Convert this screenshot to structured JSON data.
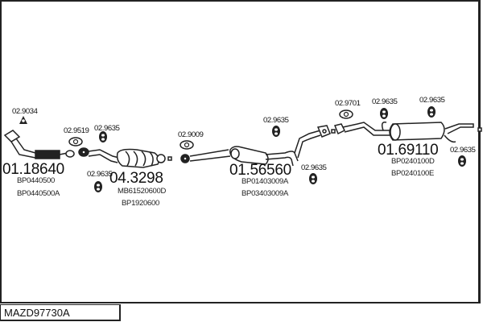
{
  "diagram": {
    "model_code": "MAZD97730A",
    "main_parts": [
      {
        "part_number": "01.18640",
        "oem": [
          "BP0440500",
          "BP0440500A"
        ]
      },
      {
        "part_number": "04.3298",
        "oem": [
          "MB61520600D",
          "BP1920600"
        ]
      },
      {
        "part_number": "01.56560",
        "oem": [
          "BP01403009A",
          "BP03403009A"
        ]
      },
      {
        "part_number": "01.69110",
        "oem": [
          "BP0240100D",
          "BP0240100E"
        ]
      }
    ],
    "accessories": [
      {
        "ref": "02.9034",
        "type": "gasket"
      },
      {
        "ref": "02.9519",
        "type": "gasket"
      },
      {
        "ref": "02.9635",
        "type": "rubber-hanger"
      },
      {
        "ref": "02.9635",
        "type": "rubber-hanger"
      },
      {
        "ref": "02.9009",
        "type": "gasket"
      },
      {
        "ref": "02.9635",
        "type": "rubber-hanger"
      },
      {
        "ref": "02.9635",
        "type": "rubber-hanger"
      },
      {
        "ref": "02.9701",
        "type": "gasket"
      },
      {
        "ref": "02.9635",
        "type": "rubber-hanger"
      },
      {
        "ref": "02.9635",
        "type": "rubber-hanger"
      },
      {
        "ref": "02.9635",
        "type": "rubber-hanger"
      }
    ]
  }
}
